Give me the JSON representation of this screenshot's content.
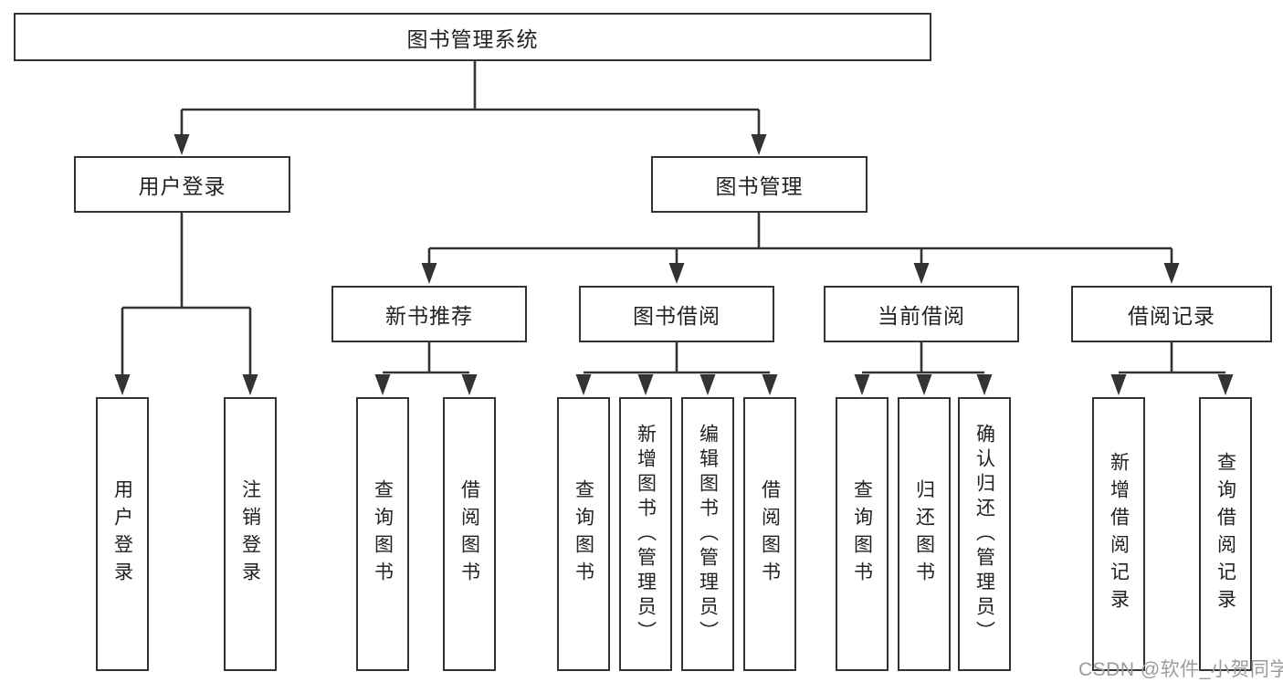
{
  "diagram": {
    "title": "图书管理系统",
    "root": {
      "label": "图书管理系统",
      "children": [
        {
          "label": "用户登录",
          "children": [
            {
              "label": "用户登录"
            },
            {
              "label": "注销登录"
            }
          ]
        },
        {
          "label": "图书管理",
          "children": [
            {
              "label": "新书推荐",
              "children": [
                {
                  "label": "查询图书"
                },
                {
                  "label": "借阅图书"
                }
              ]
            },
            {
              "label": "图书借阅",
              "children": [
                {
                  "label": "查询图书"
                },
                {
                  "label": "新增图书（管理员）"
                },
                {
                  "label": "编辑图书（管理员）"
                },
                {
                  "label": "借阅图书"
                }
              ]
            },
            {
              "label": "当前借阅",
              "children": [
                {
                  "label": "查询图书"
                },
                {
                  "label": "归还图书"
                },
                {
                  "label": "确认归还（管理员）"
                }
              ]
            },
            {
              "label": "借阅记录",
              "children": [
                {
                  "label": "新增借阅记录"
                },
                {
                  "label": "查询借阅记录"
                }
              ]
            }
          ]
        }
      ]
    }
  },
  "watermark": "CSDN @软件_小贺同学",
  "colors": {
    "line": "#333333",
    "text": "#222222",
    "watermark": "#9b9b9b",
    "background": "#ffffff"
  }
}
